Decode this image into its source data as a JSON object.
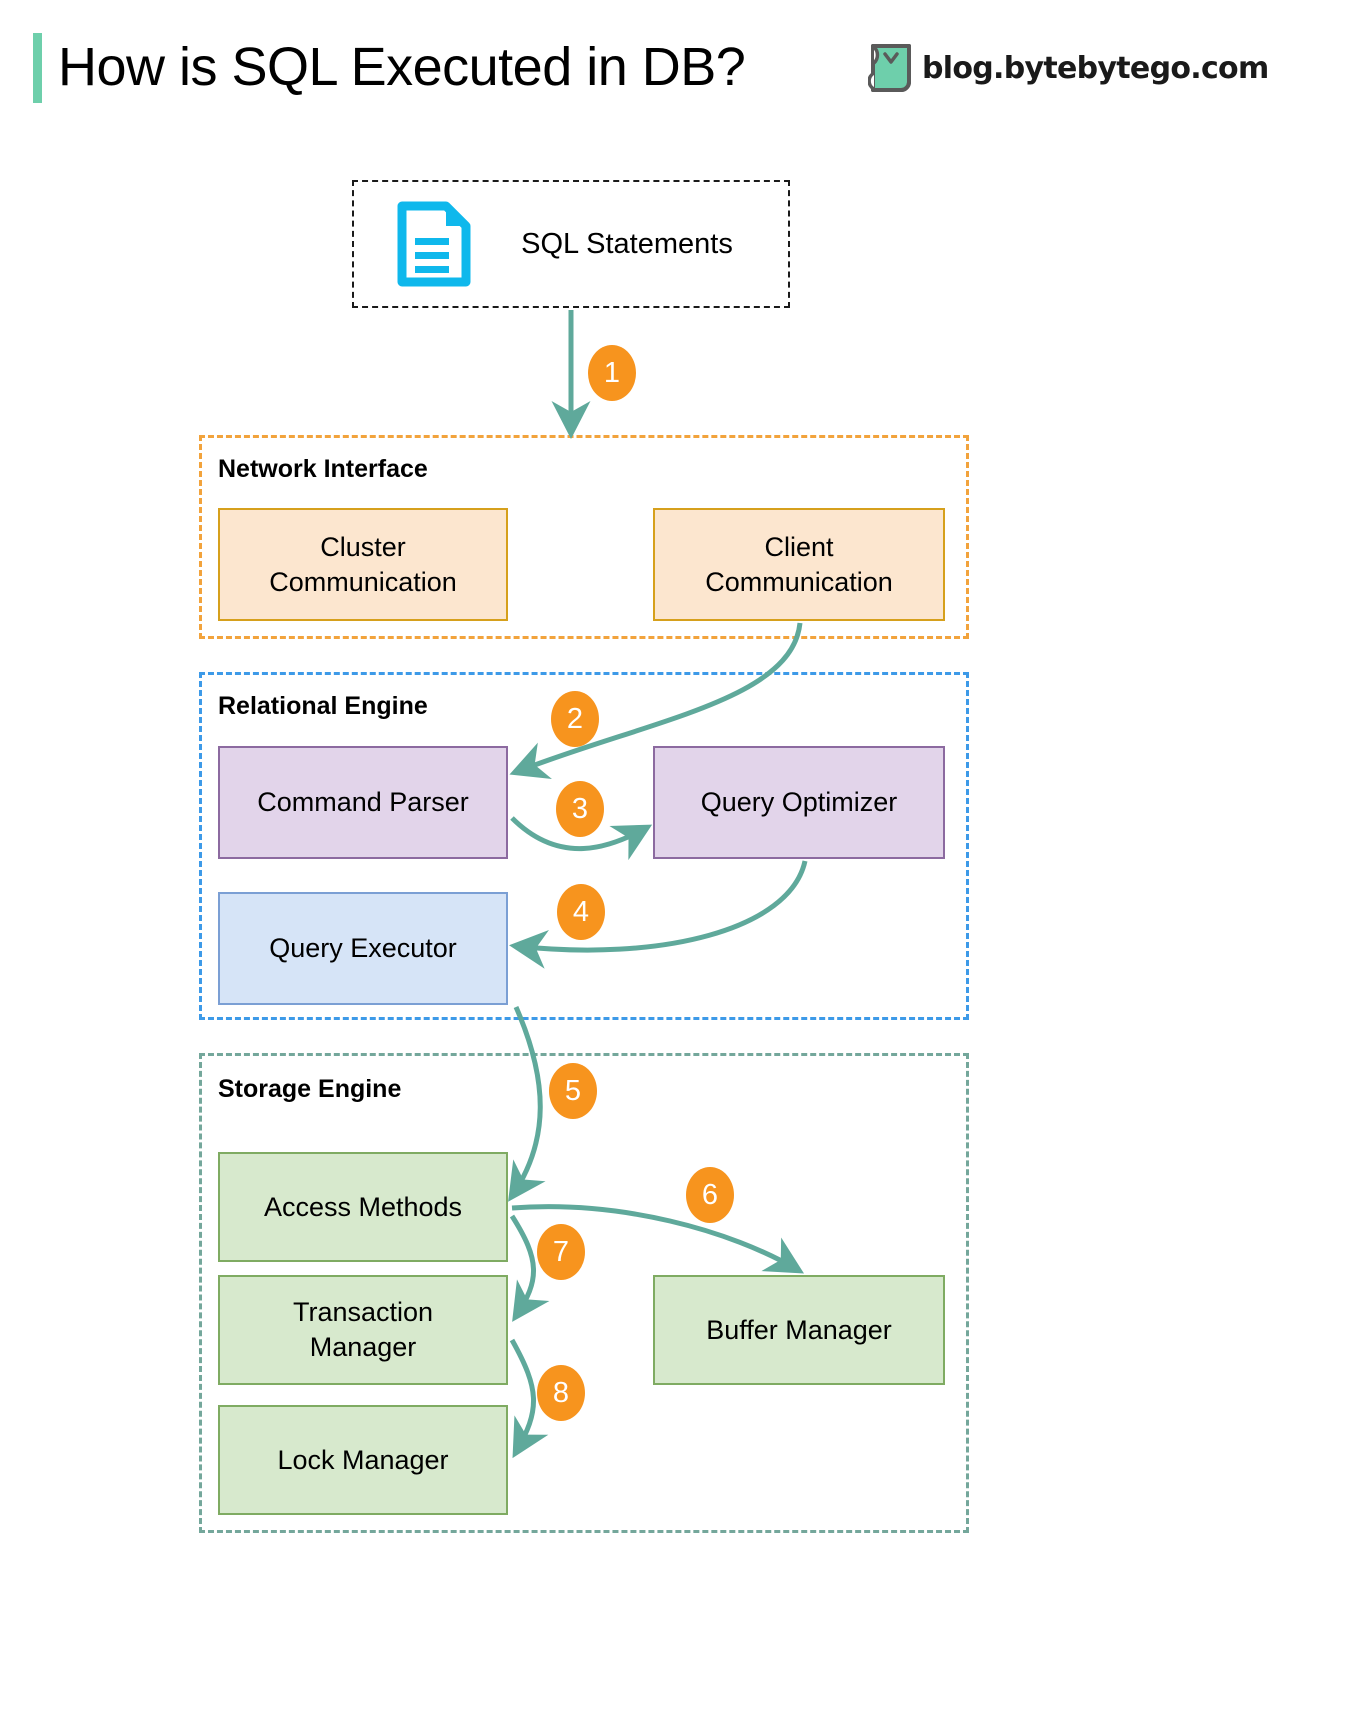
{
  "header": {
    "title": "How is SQL Executed in DB?",
    "brand": "blog.bytebytego.com",
    "accent_bar_color": "#6ecfab",
    "logo_name": "bytebytego-logo"
  },
  "source": {
    "label": "SQL Statements",
    "icon": "document-icon",
    "icon_color": "#0fb8ec"
  },
  "groups": [
    {
      "id": "network-interface",
      "label": "Network Interface",
      "border_color": "#f2a33c",
      "nodes": [
        {
          "id": "cluster-communication",
          "label": "Cluster\nCommunication"
        },
        {
          "id": "client-communication",
          "label": "Client\nCommunication"
        }
      ]
    },
    {
      "id": "relational-engine",
      "label": "Relational Engine",
      "border_color": "#3d9ae8",
      "nodes": [
        {
          "id": "command-parser",
          "label": "Command Parser"
        },
        {
          "id": "query-optimizer",
          "label": "Query Optimizer"
        },
        {
          "id": "query-executor",
          "label": "Query Executor"
        }
      ]
    },
    {
      "id": "storage-engine",
      "label": "Storage Engine",
      "border_color": "#74a79b",
      "nodes": [
        {
          "id": "access-methods",
          "label": "Access Methods"
        },
        {
          "id": "transaction-manager",
          "label": "Transaction\nManager"
        },
        {
          "id": "lock-manager",
          "label": "Lock Manager"
        },
        {
          "id": "buffer-manager",
          "label": "Buffer Manager"
        }
      ]
    }
  ],
  "steps": [
    {
      "n": "1",
      "from": "sql-statements",
      "to": "network-interface"
    },
    {
      "n": "2",
      "from": "client-communication",
      "to": "command-parser"
    },
    {
      "n": "3",
      "from": "command-parser",
      "to": "query-optimizer"
    },
    {
      "n": "4",
      "from": "query-optimizer",
      "to": "query-executor"
    },
    {
      "n": "5",
      "from": "query-executor",
      "to": "access-methods"
    },
    {
      "n": "6",
      "from": "access-methods",
      "to": "buffer-manager"
    },
    {
      "n": "7",
      "from": "access-methods",
      "to": "transaction-manager"
    },
    {
      "n": "8",
      "from": "transaction-manager",
      "to": "lock-manager"
    }
  ],
  "colors": {
    "arrow": "#5fa99b",
    "badge": "#f7941e",
    "peach_fill": "#fce6cf",
    "peach_border": "#d6a01c",
    "purple_fill": "#e2d4ea",
    "purple_border": "#8c6aa0",
    "blue_fill": "#d6e4f7",
    "blue_border": "#7b9fd4",
    "green_fill": "#d7e9cd",
    "green_border": "#7fab62"
  }
}
